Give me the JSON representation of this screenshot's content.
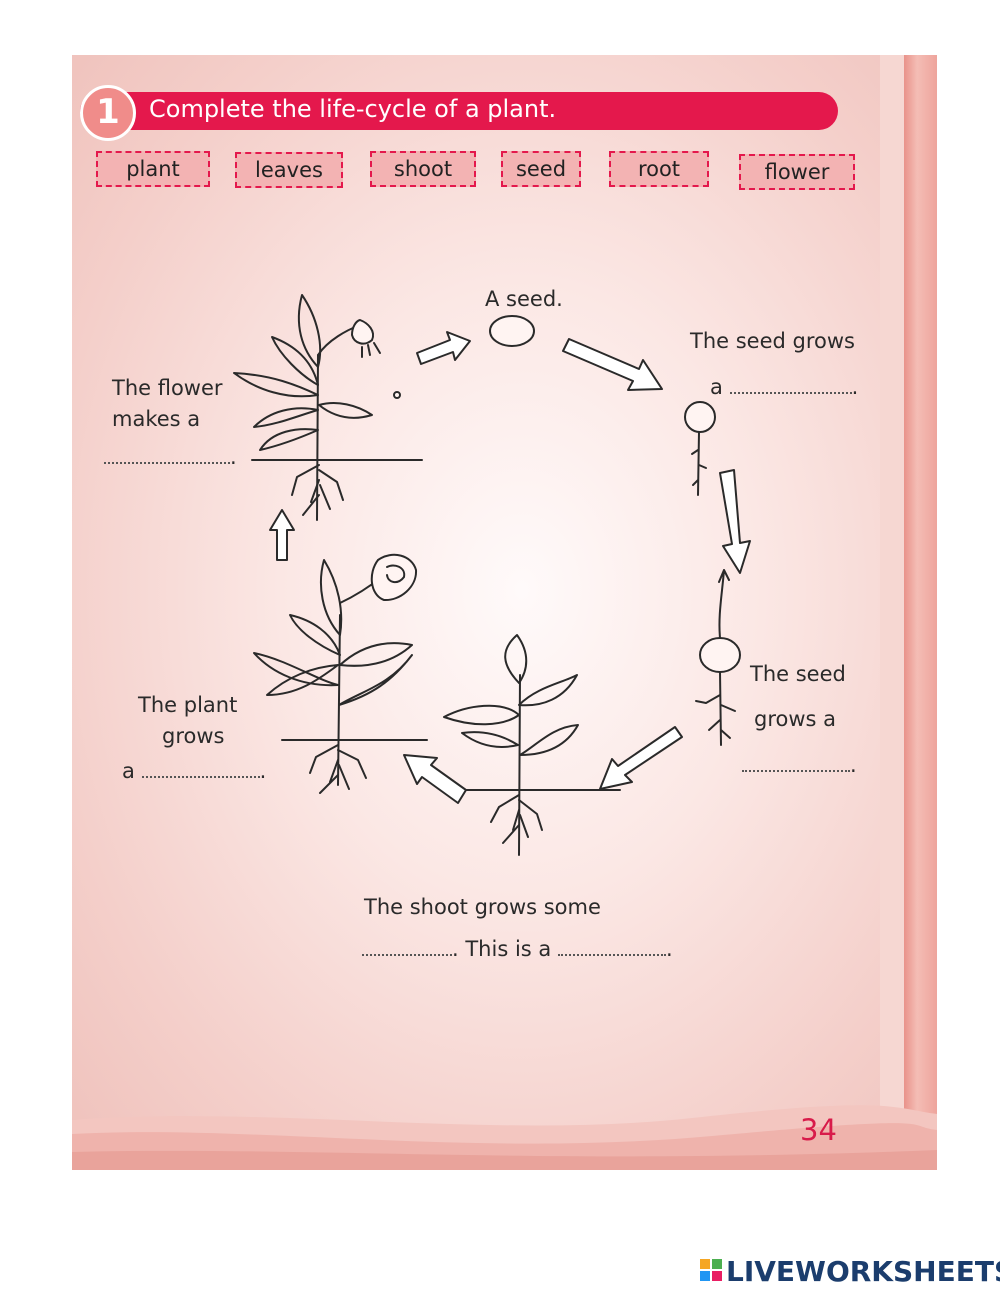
{
  "exercise": {
    "number": "1",
    "instruction": "Complete the life-cycle of a plant."
  },
  "word_bank": [
    "plant",
    "leaves",
    "shoot",
    "seed",
    "root",
    "flower"
  ],
  "captions": {
    "seed": "A seed.",
    "seed_grows_line1": "The seed grows",
    "seed_grows_line2": "a",
    "root_line1": "The seed",
    "root_line2": "grows a",
    "shoot_line1": "The shoot grows some",
    "shoot_mid": ". This is a",
    "plant_line1": "The plant",
    "plant_line2": "grows",
    "plant_line3": "a",
    "flower_line1": "The flower",
    "flower_line2": "makes a"
  },
  "page_number": "34",
  "brand": "LIVEWORKSHEETS",
  "colors": {
    "accent": "#e4184c",
    "word_box_fill": "#f3b3b3",
    "page_tint": "#f4cfca",
    "brand_text": "#1b3d6d"
  }
}
